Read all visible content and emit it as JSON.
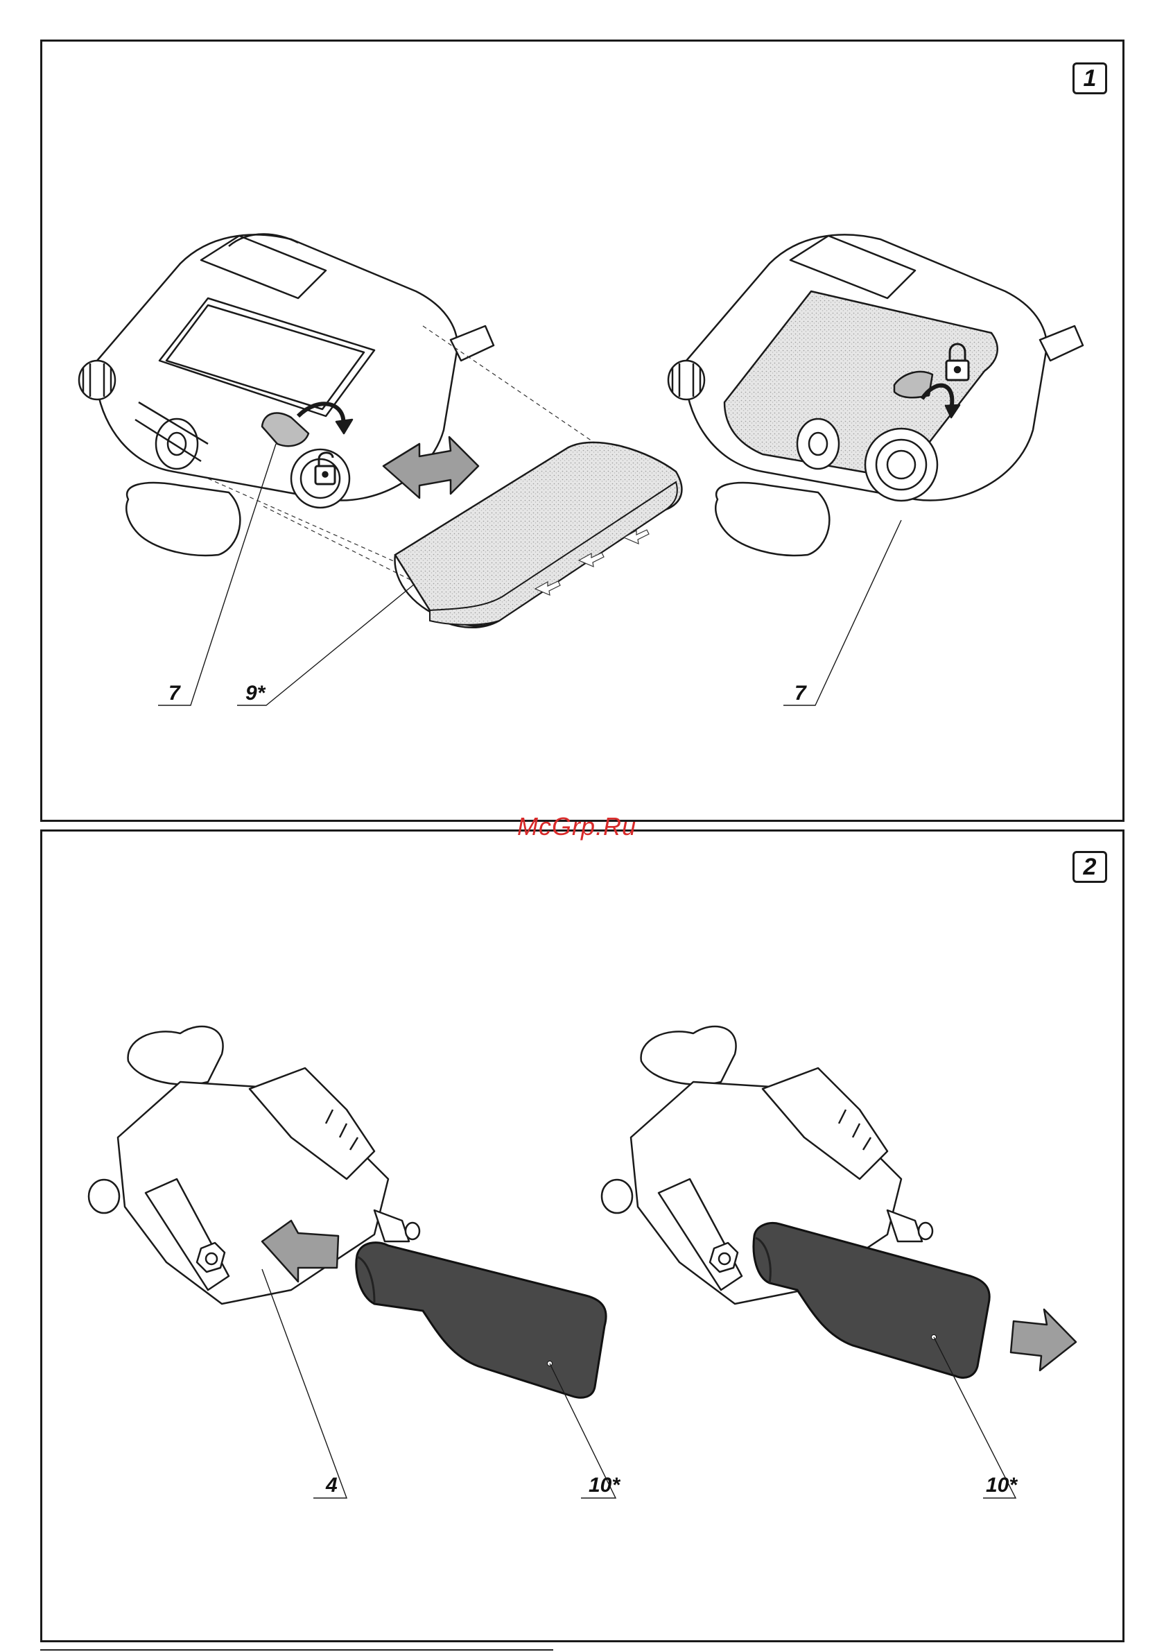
{
  "figure1": {
    "number": "1",
    "callouts": {
      "left_lever": "7",
      "belt": "9*",
      "right_lever": "7"
    }
  },
  "figure2": {
    "number": "2",
    "callouts": {
      "port": "4",
      "bag_left": "10*",
      "bag_right": "10*"
    }
  },
  "watermark": "McGrp.Ru"
}
